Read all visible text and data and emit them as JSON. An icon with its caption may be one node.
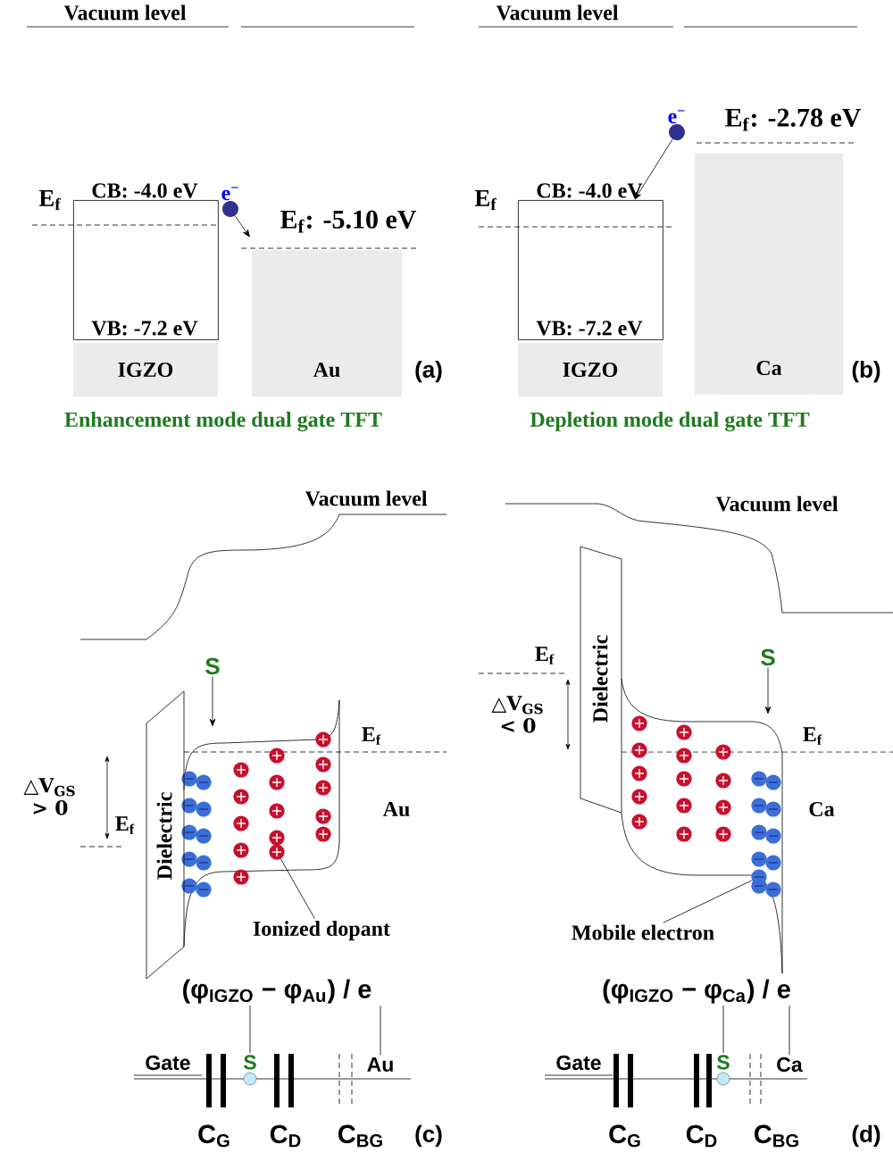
{
  "diagram": {
    "nodes": [
      {
        "text": [
          "CB: -4.0 eV",
          "VB: -7.2 eV"
        ]
      },
      {
        "text": [
          "IGZO"
        ]
      },
      {
        "text": [
          "Au"
        ]
      },
      {
        "text": [
          "e$^{−}$"
        ]
      },
      {
        "text": [
          "CB: -4.0 eV",
          "VB: -7.2 eV"
        ]
      },
      {
        "text": [
          "IGZO"
        ]
      },
      {
        "text": [
          "Ca"
        ]
      },
      {
        "text": [
          "e$^{−}$"
        ]
      },
      {
        "text": [
          "Dielectric"
        ]
      },
      {
        "text": [
          "S"
        ]
      },
      {
        "text": [
          "Ionized dopant"
        ]
      },
      {
        "text": [],
        "shape": "circle"
      },
      {
        "text": [
          "(φ$_{IGZO}$ − φ$_{Au}$) / e"
        ]
      },
      {
        "text": [
          "S"
        ]
      },
      {
        "text": [
          "Au"
        ]
      },
      {
        "text": [
          "Dielectric"
        ]
      },
      {
        "text": [
          "S"
        ]
      },
      {
        "text": [
          "Mobile electron"
        ]
      },
      {
        "text": [],
        "shape": "circle"
      },
      {
        "text": [
          "(φ$_{IGZO}$ − φ$_{Ca}$) / e"
        ]
      },
      {
        "text": [
          "S"
        ]
      },
      {
        "text": [
          "Ca"
        ]
      }
    ],
    "edges": [
      {
        "from": 3,
        "to": null,
        "arrow": "to"
      },
      {
        "from": 7,
        "to": 4,
        "arrow": "to"
      },
      {
        "from": 9,
        "to": null,
        "arrow": "to"
      },
      {
        "from": 10,
        "to": 11,
        "arrow": "none"
      },
      {
        "from": 12,
        "to": 13,
        "arrow": "none"
      },
      {
        "from": 12,
        "to": 14,
        "arrow": "none"
      },
      {
        "from": 16,
        "to": null,
        "arrow": "to"
      },
      {
        "from": 17,
        "to": 18,
        "arrow": "none"
      },
      {
        "from": 19,
        "to": 20,
        "arrow": "none"
      },
      {
        "from": 19,
        "to": 21,
        "arrow": "none"
      }
    ],
    "labels": [
      "Vacuum level",
      "Vacuum level",
      "E$_{f}$",
      "E$_{f}$: -5.10 eV",
      "(a)",
      "Enhancement mode dual gate TFT",
      "E$_{f}$",
      "E$_{f}$: -2.78 eV",
      "(b)",
      "Depletion mode dual gate TFT",
      "Vacuum level",
      "E$_{f}$",
      "△V$_{GS}$ > 0",
      "E$_{f}$",
      "Au",
      "Gate",
      "C$_{G}$",
      "C$_{D}$",
      "C$_{BG}$",
      "(c)",
      "Vacuum level",
      "E$_{f}$",
      "△V$_{GS}$ < 0",
      "E$_{f}$",
      "Ca",
      "Gate",
      "C$_{G}$",
      "C$_{D}$",
      "C$_{BG}$",
      "(d)"
    ]
  }
}
